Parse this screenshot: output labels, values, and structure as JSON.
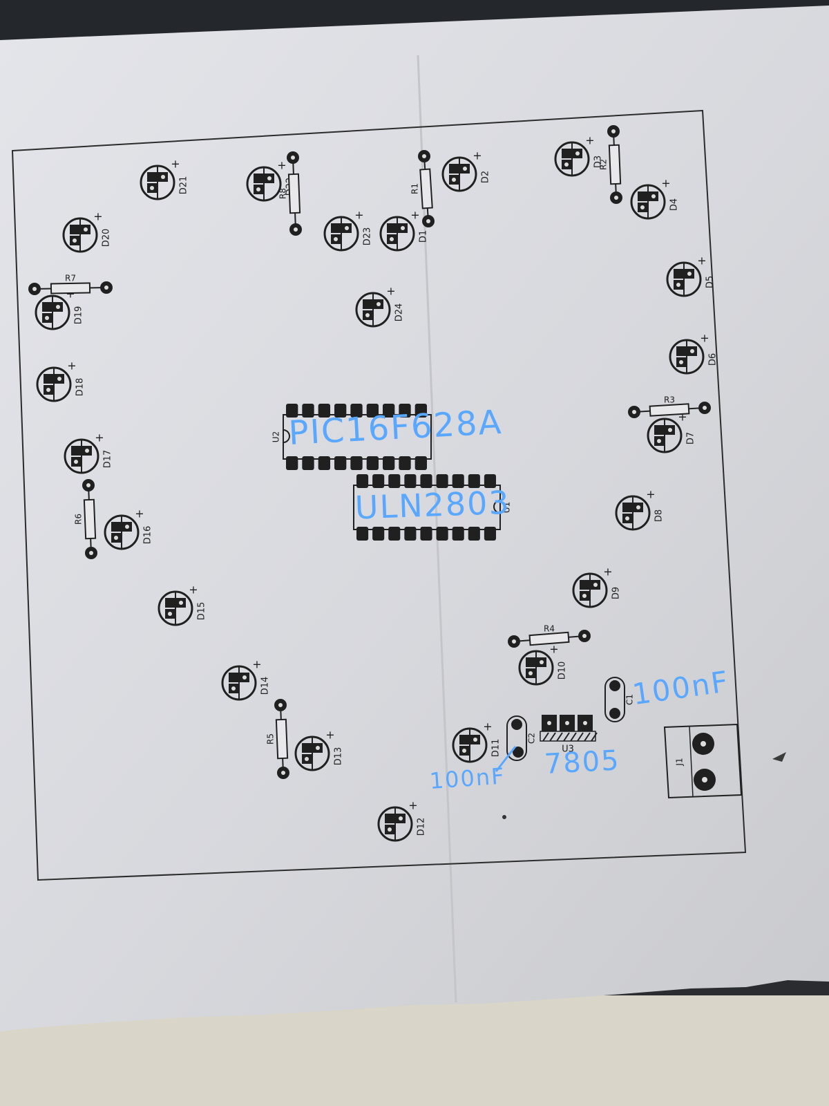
{
  "photo": {
    "paper_color": "#d8d9de",
    "ink_color": "#202020",
    "annotation_color": "#5aa7ff"
  },
  "leds": [
    {
      "label": "D1",
      "plus": "+"
    },
    {
      "label": "D2",
      "plus": "+"
    },
    {
      "label": "D3",
      "plus": "+"
    },
    {
      "label": "D4",
      "plus": "+"
    },
    {
      "label": "D5",
      "plus": "+"
    },
    {
      "label": "D6",
      "plus": "+"
    },
    {
      "label": "D7",
      "plus": "+"
    },
    {
      "label": "D8",
      "plus": "+"
    },
    {
      "label": "D9",
      "plus": "+"
    },
    {
      "label": "D10",
      "plus": "+"
    },
    {
      "label": "D11",
      "plus": "+"
    },
    {
      "label": "D12",
      "plus": "+"
    },
    {
      "label": "D13",
      "plus": "+"
    },
    {
      "label": "D14",
      "plus": "+"
    },
    {
      "label": "D15",
      "plus": "+"
    },
    {
      "label": "D16",
      "plus": "+"
    },
    {
      "label": "D17",
      "plus": "+"
    },
    {
      "label": "D18",
      "plus": "+"
    },
    {
      "label": "D19",
      "plus": "+"
    },
    {
      "label": "D20",
      "plus": "+"
    },
    {
      "label": "D21",
      "plus": "+"
    },
    {
      "label": "D22",
      "plus": "+"
    },
    {
      "label": "D23",
      "plus": "+"
    },
    {
      "label": "D24",
      "plus": "+"
    }
  ],
  "resistors": [
    {
      "label": "R1"
    },
    {
      "label": "R2"
    },
    {
      "label": "R3"
    },
    {
      "label": "R4"
    },
    {
      "label": "R5"
    },
    {
      "label": "R6"
    },
    {
      "label": "R7"
    },
    {
      "label": "R8"
    }
  ],
  "chips": [
    {
      "label": "U2",
      "pins_per_side": 9
    },
    {
      "label": "U1",
      "pins_per_side": 9
    }
  ],
  "capacitors": [
    {
      "label": "C1"
    },
    {
      "label": "C2"
    }
  ],
  "regulator": {
    "label": "U3"
  },
  "connector": {
    "label": "J1"
  },
  "annotations": {
    "pic": "PIC16F628A",
    "uln": "ULN2803",
    "c1_value": "100nF",
    "c2_value": "100nF",
    "reg_value": "7805"
  }
}
